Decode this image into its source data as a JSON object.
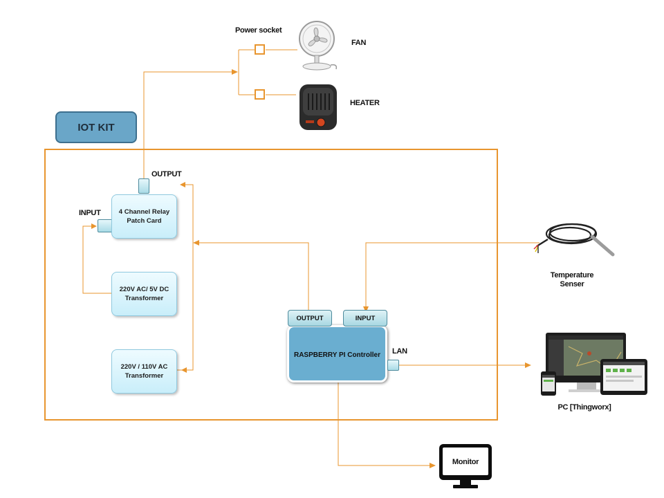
{
  "kit": {
    "title": "IOT KIT"
  },
  "power": {
    "socket_label": "Power socket"
  },
  "devices": {
    "fan": "FAN",
    "heater": "HEATER"
  },
  "relay": {
    "output_label": "OUTPUT",
    "input_label": "INPUT",
    "name": "4 Channel Relay Patch Card"
  },
  "transformer_5v": {
    "name": "220V AC/ 5V DC Transformer"
  },
  "transformer_110v": {
    "name": "220V / 110V AC Transformer"
  },
  "raspberry_pi": {
    "name": "RASPBERRY PI Controller",
    "output_tab": "OUTPUT",
    "input_tab": "INPUT",
    "lan_label": "LAN"
  },
  "sensor": {
    "label": "Temperature Senser"
  },
  "pc": {
    "label": "PC [Thingworx]"
  },
  "monitor": {
    "label": "Monitor"
  },
  "colors": {
    "wire": "#e8952e",
    "kit_title_bg": "#6aa6c8",
    "rpi_bg": "#6aaed0",
    "module_bg": "#d6f3fb"
  }
}
